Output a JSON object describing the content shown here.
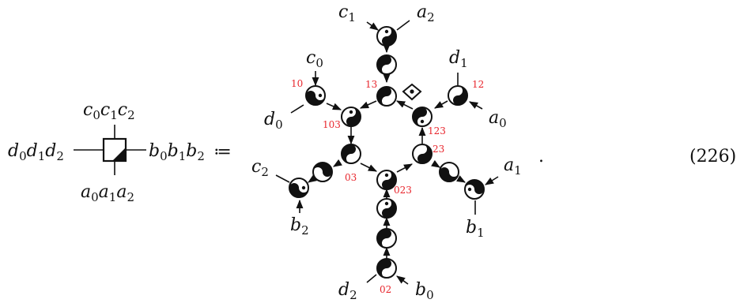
{
  "lhs": {
    "left": [
      "d_0",
      "d_1",
      "d_2"
    ],
    "top": [
      "c_0",
      "c_1",
      "c_2"
    ],
    "right": [
      "b_0",
      "b_1",
      "b_2"
    ],
    "bottom": [
      "a_0",
      "a_1",
      "a_2"
    ]
  },
  "definition_symbol": "≔",
  "terminal_labels": {
    "c1": "c_1",
    "a2": "a_2",
    "c0": "c_0",
    "d1": "d_1",
    "d0": "d_0",
    "a0": "a_0",
    "c2": "c_2",
    "a1": "a_1",
    "b2": "b_2",
    "b1": "b_1",
    "d2": "d_2",
    "b0": "b_0"
  },
  "node_labels": [
    "10",
    "13",
    "12",
    "103",
    "123",
    "23",
    "03",
    "023",
    "02"
  ],
  "period": ".",
  "equation_number": "(226)"
}
